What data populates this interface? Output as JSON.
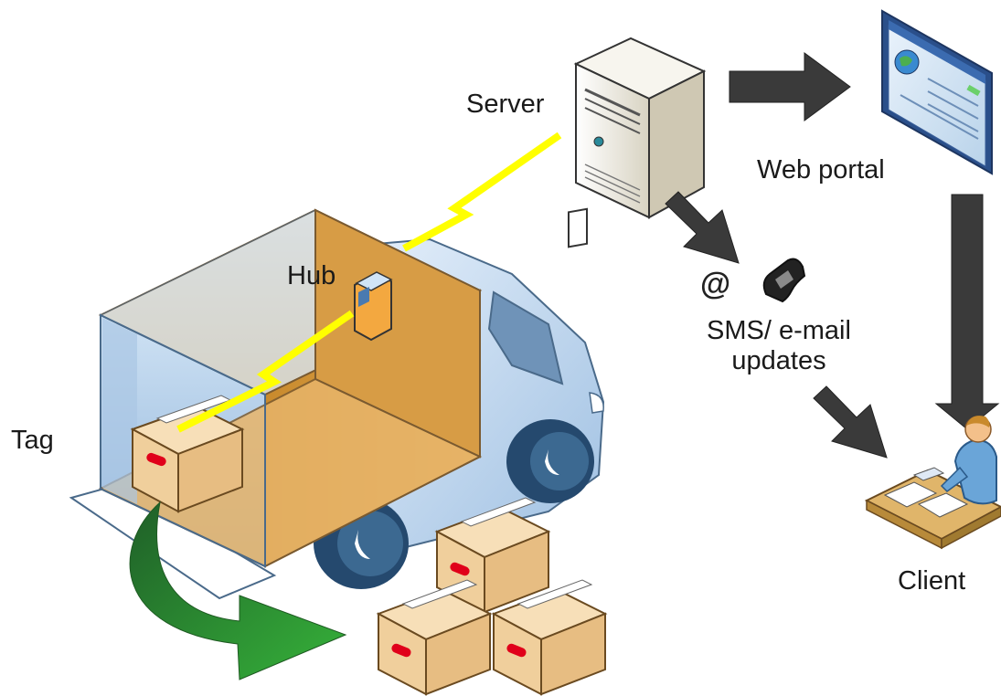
{
  "labels": {
    "server": "Server",
    "web_portal": "Web portal",
    "hub": "Hub",
    "tag": "Tag",
    "sms_line1": "SMS/ e-mail",
    "sms_line2": "updates",
    "client": "Client"
  },
  "icons": {
    "email": "@",
    "truck": "delivery-truck-icon",
    "server": "server-tower-icon",
    "portal": "web-browser-window-icon",
    "phone": "mobile-phone-icon",
    "client": "person-at-desk-icon",
    "tag": "rfid-tagged-box-icon",
    "hub": "wireless-hub-icon",
    "stack": "box-stack-icon"
  },
  "colors": {
    "wireless_link": "#ffff00",
    "flow_arrow": "#3a3a3a",
    "unload_arrow": "#2ea02e",
    "truck_body": "#c9dcef",
    "cargo_wall": "#d39a3a",
    "box": "#f3d3a3",
    "tag_red": "#e0001a"
  }
}
